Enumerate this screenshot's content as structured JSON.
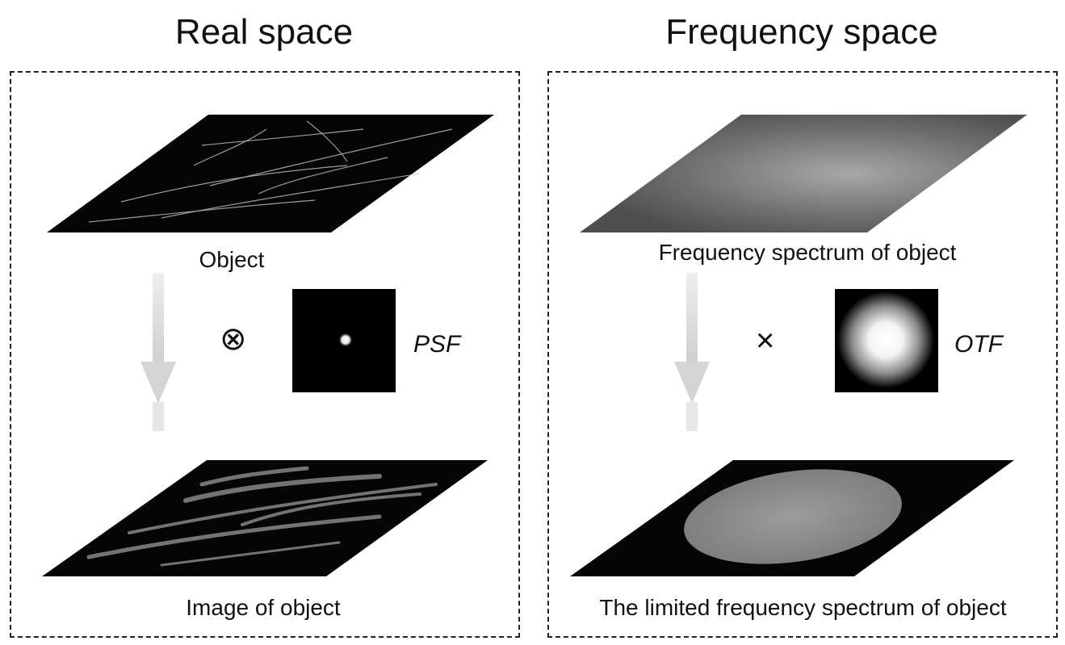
{
  "titles": {
    "real": "Real space",
    "frequency": "Frequency space"
  },
  "real_space": {
    "top_label": "Object",
    "operator": "⊗",
    "kernel_label": "PSF",
    "bottom_label": "Image of object"
  },
  "frequency_space": {
    "top_label": "Frequency spectrum of object",
    "operator": "×",
    "kernel_label": "OTF",
    "bottom_label": "The limited frequency spectrum  of object"
  },
  "colors": {
    "plane_dark": "#050505",
    "spectrum_gray": "#6e6e6e",
    "ellipse_gray": "#8a8a8a",
    "arrow_gray": "#dcdcdc",
    "border": "#222222"
  }
}
